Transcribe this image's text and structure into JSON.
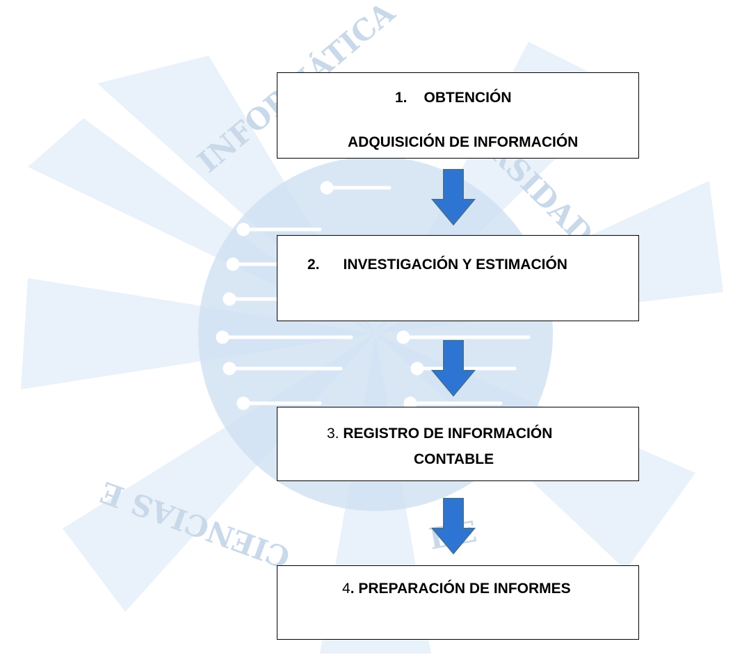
{
  "watermark": {
    "text_top": "INFORMÁTICA",
    "text_right": "RSIDAD PE",
    "text_bottom": "CIENCIAS E",
    "text_bottom_right": "DE",
    "color": "#5b9bd5"
  },
  "steps": [
    {
      "number": "1.",
      "title": "OBTENCIÓN",
      "subtitle": "ADQUISICIÓN DE  INFORMACIÓN"
    },
    {
      "number": "2.",
      "title": "INVESTIGACIÓN  Y ESTIMACIÓN"
    },
    {
      "number": "3.",
      "title_line1": "REGISTRO DE INFORMACIÓN",
      "title_line2": "CONTABLE"
    },
    {
      "number": "4",
      "punct": ".",
      "title": " PREPARACIÓN  DE INFORMES"
    }
  ],
  "arrow": {
    "icon": "down-arrow-icon",
    "fill": "#2e75d3",
    "stroke": "#41719c"
  }
}
